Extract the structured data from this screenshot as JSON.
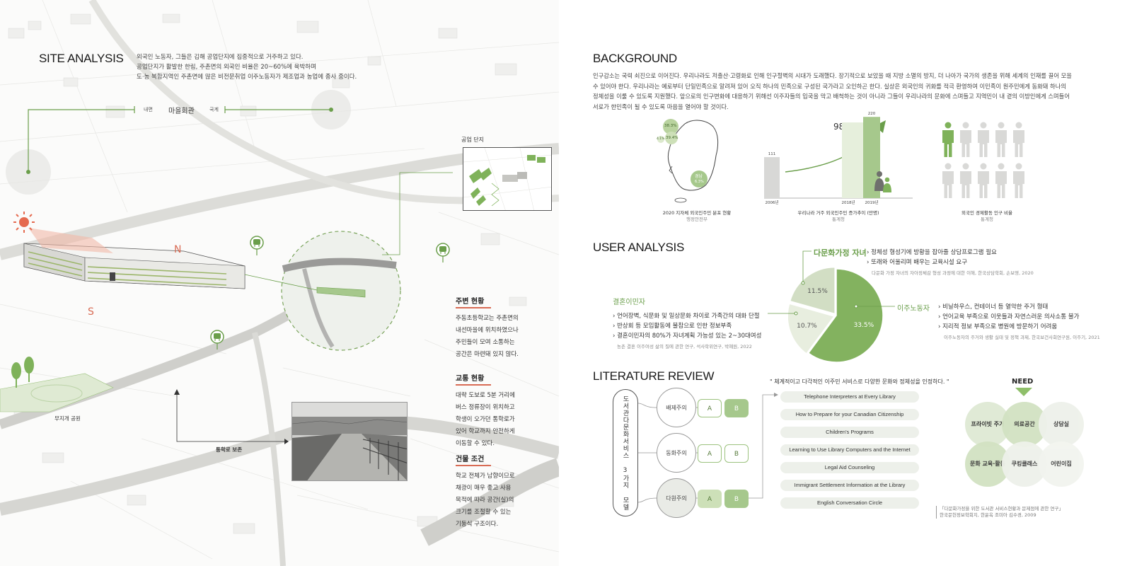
{
  "site": {
    "title": "SITE ANALYSIS",
    "intro": [
      "외국인 노동자, 그들은 김해 공업단지에 집중적으로 거주하고 있다.",
      "공업단지가 활발한 한림, 주촌면의 외국인 비율은 20~60%에 육박하며",
      "도·농 복합지역인 주촌면에 많은 비전문취업 이주노동자가 제조업과 농업에 종사 중이다."
    ],
    "map_labels": {
      "road_left": "내면",
      "village_hall": "마을회관",
      "road_right": "국계",
      "industrial": "공업 단지",
      "north": "N",
      "south": "S",
      "park": "무지개 공원",
      "school_route": "통학로 보존"
    },
    "notes": [
      {
        "title": "주변 현황",
        "lines": [
          "주동초등학교는 주촌면의",
          "내선마을에 위치하였으나",
          "주민들이 모여 소통하는",
          "공간은 마련돼 있지 않다."
        ]
      },
      {
        "title": "교통 현황",
        "lines": [
          "대략 도보로 5분 거리에",
          "버스 정류장이 위치하고",
          "학생이 오가던 통학로가",
          "있어 학교까지 안전하게",
          "이동할 수 있다."
        ]
      },
      {
        "title": "건물 조건",
        "lines": [
          "학교 전체가 남향이므로",
          "채광이 매우 좋고 사용",
          "목적에 따라 공간(실)의",
          "크기를 조절할 수 있는",
          "기둥식 구조이다."
        ]
      }
    ]
  },
  "background": {
    "title": "BACKGROUND",
    "paragraph": [
      "인구감소는 국력 쇠진으로 이어진다. 우리나라도 저출산·고령화로 인해 인구절벽의 시대가 도래했다. 장기적으로 보았을 때 지방 소멸의 방지, 더 나아가 국가의 생존을 위해 세계의 인재를 끌어 모을",
      "수 있어야 한다. 우리나라는 예로부터 단일민족으로 알려져 있어 오직 하나의 민족으로 구성된 국가라고 오인하곤 한다. 실상은 외국인의 귀화를 적극 환영하여 이민족이 원주민에게 동화돼 하나의",
      "정체성을 이룰 수 있도록 지원했다. 앞으로의 인구변화에 대응하기 위해선 이주자들의 입국을 막고 배척하는 것이 아니라 그들이 우리나라의 문화에 스며들고 지역민이 내 곁의 이방인에게 스며들어",
      "서로가 한민족이 될 수 있도록 마음을 열어야 할 것이다."
    ],
    "map_chart": {
      "labels": [
        "38.3%",
        "39.4%",
        "4.1%",
        "경남",
        "6.3%"
      ],
      "caption": "2020 지자체 외국인주민 분포 현황",
      "source": "행정안전부"
    },
    "growth_chart": {
      "headline": "98.2% 증가",
      "caption": "우리나라 거주 외국인주민 증가추이 (만명)",
      "source": "통계청"
    },
    "people_chart": {
      "caption": "외국인 경제활동 인구 비율",
      "source": "통계청"
    }
  },
  "chart_data": [
    {
      "type": "bar",
      "categories": [
        "2006년",
        "2018년",
        "2019년"
      ],
      "values": [
        111,
        205,
        220
      ],
      "title": "",
      "xlabel": "",
      "ylabel": "",
      "ylim": [
        0,
        230
      ]
    },
    {
      "type": "pie",
      "categories": [
        "이주노동자",
        "결혼이민자",
        "다문화가정 자녀"
      ],
      "values": [
        33.5,
        10.7,
        11.5
      ],
      "labels": [
        "33.5%",
        "10.7%",
        "11.5%"
      ],
      "title": ""
    }
  ],
  "user": {
    "title": "USER ANALYSIS",
    "children": {
      "label": "다문화가정 자녀",
      "points": [
        "정체성 형성기에 방황을 잡아줄 상담프로그램 필요",
        "또래와 어울리며 배우는 교육시설 요구"
      ],
      "source": "다문화 가정 자녀의 자아정체감 형성 과정에 대한 이해, 한국상담학회, 손보영, 2020"
    },
    "marriage": {
      "label": "결혼이민자",
      "points": [
        "언어장벽, 식문화 및 일상문화 차이로 가족간의 대화 단절",
        "반상회 등 모임활동에 불참으로 인한 정보부족",
        "결혼이민자의 80%가 자녀계획 가능성 있는 2~30대여성"
      ],
      "source": "농촌 결혼 이주여성 삶의 질에 관한 연구, 석사학위연구, 박혜원, 2022"
    },
    "worker": {
      "label": "이주노동자",
      "points": [
        "비닐하우스, 컨테이너 등 열악한 주거 형태",
        "언어교육 부족으로 이웃들과 자연스러운 의사소통 불가",
        "지리적 정보 부족으로 병원에 방문하기 어려움"
      ],
      "source": "이주노동자의 주거와 생활 실태 및 정책 과제, 한국보건사회연구원, 이주기, 2021"
    }
  },
  "literature": {
    "title": "LITERATURE REVIEW",
    "vertical": "도서관다문화서비스 3가지 모델",
    "quote": "\" 체계적이고 다각적인 이주민 서비스로 다양한 문화와 정체성을 인정하다. \"",
    "models": [
      {
        "name": "배제주의",
        "a": "A",
        "b": "B"
      },
      {
        "name": "동화주의",
        "a": "A",
        "b": "B"
      },
      {
        "name": "다원주의",
        "a": "A",
        "b": "B"
      }
    ],
    "services": [
      "Telephone Interpreters at Every Library",
      "How to Prepare for your Canadian Citizenship",
      "Children's Programs",
      "Learning to Use Library Computers and the Internet",
      "Legal Aid Counseling",
      "Immigrant Settlement Information at the Library",
      "English Conversation Circle"
    ],
    "need": {
      "title": "NEED",
      "items": [
        "프라이빗 주거",
        "의료공간",
        "상담실",
        "문화 교육·활동",
        "쿠킹클래스",
        "어린이집"
      ]
    },
    "citation": [
      "「다문화가정을 위한 도서관 서비스현황과 문제점에 관한 연구」",
      "한국문헌정보학회지, 한윤옥 조미아 김수경, 2009"
    ]
  }
}
